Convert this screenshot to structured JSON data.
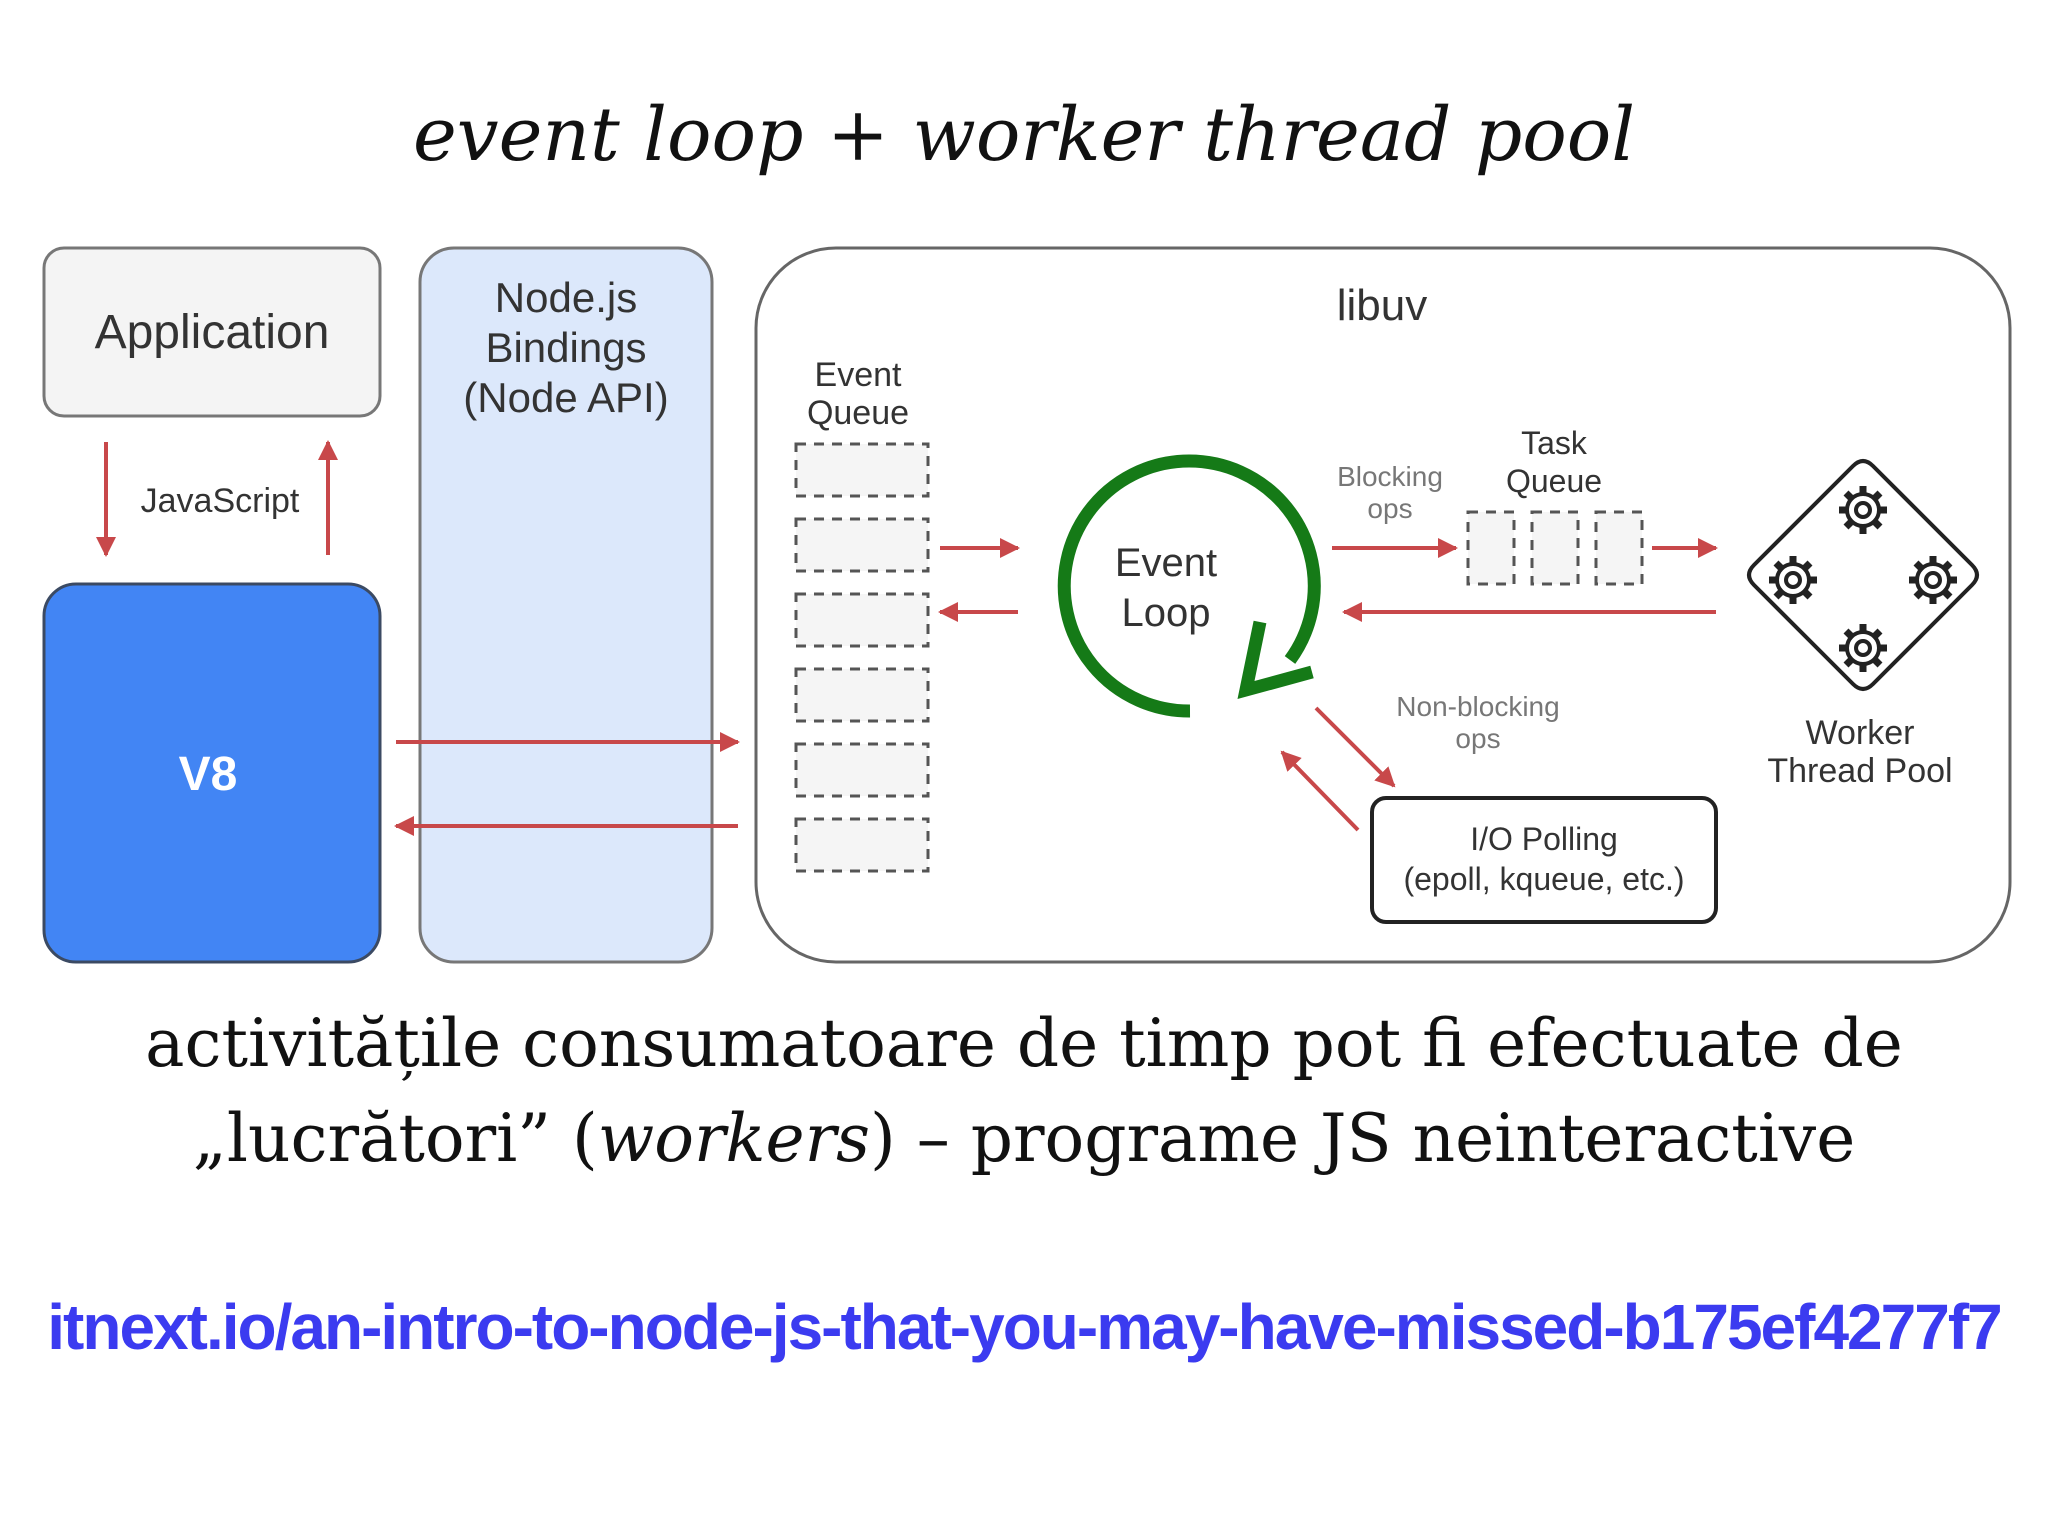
{
  "title": "event loop + worker thread pool",
  "diagram": {
    "application": "Application",
    "javascript": "JavaScript",
    "v8": "V8",
    "bindings": [
      "Node.js",
      "Bindings",
      "(Node API)"
    ],
    "libuv": "libuv",
    "event_queue": [
      "Event",
      "Queue"
    ],
    "event_loop": [
      "Event",
      "Loop"
    ],
    "blocking_ops": [
      "Blocking",
      "ops"
    ],
    "task_queue": [
      "Task",
      "Queue"
    ],
    "non_blocking_ops": [
      "Non-blocking",
      "ops"
    ],
    "io_polling": [
      "I/O Polling",
      "(epoll, kqueue, etc.)"
    ],
    "worker_pool": [
      "Worker",
      "Thread Pool"
    ]
  },
  "caption": {
    "line1": "activitățile consumatoare de timp pot fi efectuate de",
    "line2_before": "„lucrători” (",
    "line2_italic": "workers",
    "line2_after": ") – programe JS neinteractive"
  },
  "link": "itnext.io/an-intro-to-node-js-that-you-may-have-missed-b175ef4277f7",
  "colors": {
    "arrow": "#c8484a",
    "v8": "#4285f4",
    "bindings": "#dce8fb",
    "loop": "#157a17",
    "link": "#3b3bf0"
  }
}
